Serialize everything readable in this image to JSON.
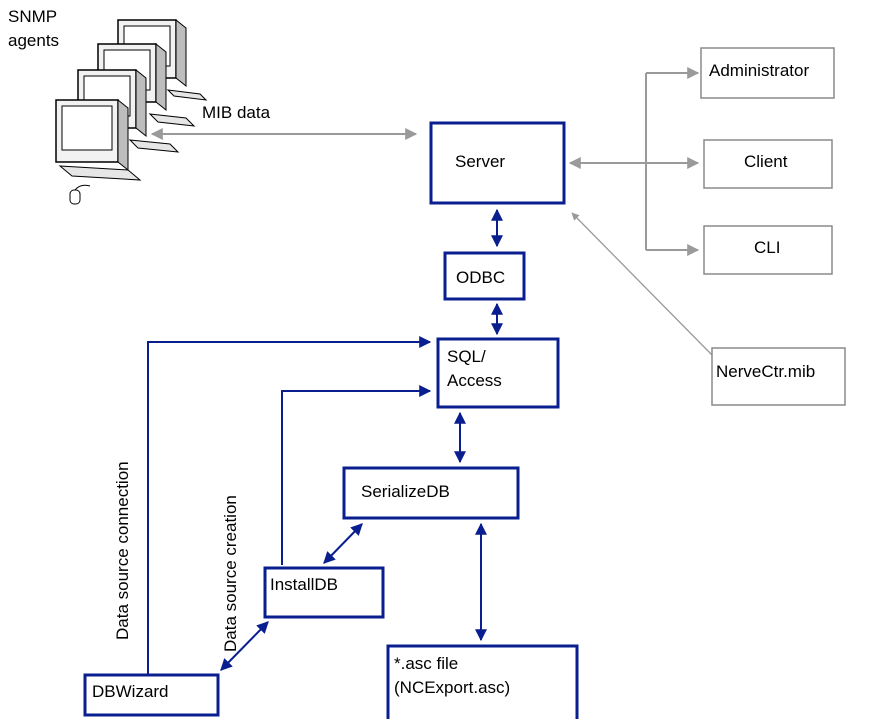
{
  "agents": {
    "line1": "SNMP",
    "line2": "agents"
  },
  "links": {
    "mib_data": "MIB data"
  },
  "nodes": {
    "server": "Server",
    "odbc": "ODBC",
    "sql_line1": "SQL/",
    "sql_line2": "Access",
    "serialize": "SerializeDB",
    "install": "InstallDB",
    "dbwizard": "DBWizard",
    "asc_line1": "*.asc file",
    "asc_line2": "(NCExport.asc)",
    "administrator": "Administrator",
    "client": "Client",
    "cli": "CLI",
    "nervectr": "NerveCtr.mib"
  },
  "edges": {
    "source_connection": "Data source connection",
    "source_creation": "Data source creation"
  },
  "colors": {
    "blue": "#0a1f8f",
    "gray": "#9a9a9a"
  }
}
